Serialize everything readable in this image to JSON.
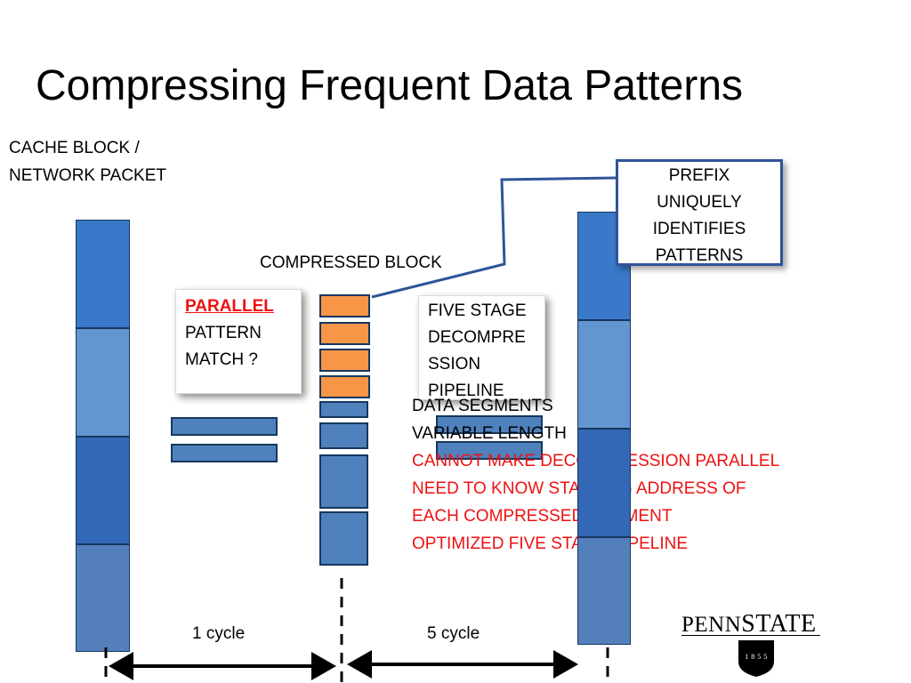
{
  "slide": {
    "title": "Compressing Frequent Data Patterns"
  },
  "cache": {
    "label_line1": "CACHE BLOCK /",
    "label_line2": "NETWORK PACKET"
  },
  "compressed": {
    "label": "COMPRESSED BLOCK"
  },
  "prefix": {
    "line1": "PREFIX",
    "line2": "UNIQUELY",
    "line3": "IDENTIFIES",
    "line4": "PATTERNS"
  },
  "parallel": {
    "emph": "PARALLEL",
    "line2": "PATTERN",
    "line3": "MATCH ?"
  },
  "pipeline": {
    "line1": "FIVE STAGE",
    "line2": "DECOMPRE",
    "line3": "SSION",
    "line4": "PIPELINE"
  },
  "notes": {
    "black1": "DATA SEGMENTS",
    "black2": "VARIABLE LENGTH",
    "red1": "CANNOT MAKE  DECOMPRESSION PARALLEL",
    "red2": "NEED TO KNOW STARTING ADDRESS OF",
    "red3": "EACH COMPRESSED SEGMENT",
    "red4": "OPTIMIZED FIVE STAGE PIPELINE"
  },
  "timing": {
    "cycle1": "1 cycle",
    "cycle5": "5 cycle"
  },
  "logo": {
    "name_part1": "PENN",
    "name_part2": "STATE",
    "year": "1 8 5 5"
  },
  "colors": {
    "orange": "#f79646",
    "blue": "#4f81bd",
    "red": "#ee1111",
    "outline": "#17375e"
  }
}
